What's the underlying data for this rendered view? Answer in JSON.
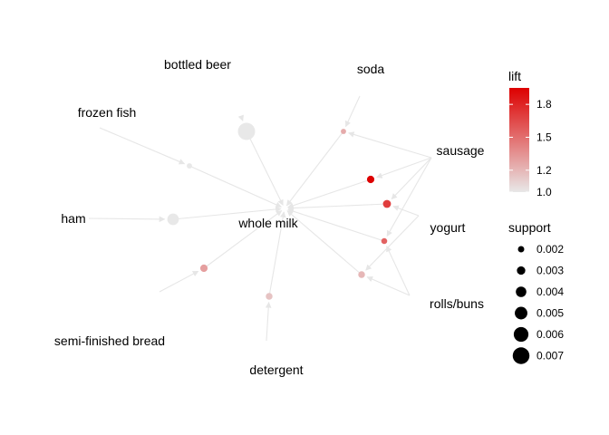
{
  "graph": {
    "items": {
      "whole_milk": "whole milk",
      "bottled_beer": "bottled beer",
      "soda": "soda",
      "frozen_fish": "frozen fish",
      "sausage": "sausage",
      "ham": "ham",
      "yogurt": "yogurt",
      "rolls_buns": "rolls/buns",
      "semi_finished_bread": "semi-finished bread",
      "detergent": "detergent"
    },
    "rules": [
      {
        "id": "r1",
        "lhs": [
          "bottled_beer"
        ],
        "rhs": [
          "whole_milk"
        ],
        "support": 0.0072,
        "lift": 1.0
      },
      {
        "id": "r2",
        "lhs": [
          "soda",
          "sausage"
        ],
        "rhs": [
          "whole_milk"
        ],
        "support": 0.0015,
        "lift": 1.25
      },
      {
        "id": "r3",
        "lhs": [
          "frozen_fish"
        ],
        "rhs": [
          "whole_milk"
        ],
        "support": 0.0015,
        "lift": 1.0
      },
      {
        "id": "r4",
        "lhs": [
          "sausage"
        ],
        "rhs": [
          "whole_milk"
        ],
        "support": 0.0025,
        "lift": 1.95
      },
      {
        "id": "r5",
        "lhs": [
          "sausage",
          "yogurt"
        ],
        "rhs": [
          "whole_milk"
        ],
        "support": 0.0028,
        "lift": 1.7
      },
      {
        "id": "r6",
        "lhs": [
          "ham"
        ],
        "rhs": [
          "whole_milk"
        ],
        "support": 0.0045,
        "lift": 1.0
      },
      {
        "id": "r7",
        "lhs": [
          "sausage",
          "rolls_buns"
        ],
        "rhs": [
          "whole_milk"
        ],
        "support": 0.0018,
        "lift": 1.55
      },
      {
        "id": "r8",
        "lhs": [
          "semi_finished_bread"
        ],
        "rhs": [
          "whole_milk"
        ],
        "support": 0.0025,
        "lift": 1.3
      },
      {
        "id": "r9",
        "lhs": [
          "yogurt",
          "rolls_buns"
        ],
        "rhs": [
          "whole_milk"
        ],
        "support": 0.0022,
        "lift": 1.2
      },
      {
        "id": "r10",
        "lhs": [
          "detergent"
        ],
        "rhs": [
          "whole_milk"
        ],
        "support": 0.0022,
        "lift": 1.15
      }
    ]
  },
  "legend": {
    "lift": {
      "title": "lift",
      "ticks": [
        "1.8",
        "1.5",
        "1.2",
        "1.0"
      ],
      "tick_values": [
        1.8,
        1.5,
        1.2,
        1.0
      ],
      "range": [
        1.0,
        1.95
      ],
      "color_low": "#e8e8e8",
      "color_high": "#dd0000"
    },
    "support": {
      "title": "support",
      "entries": [
        {
          "label": "0.002",
          "value": 0.002
        },
        {
          "label": "0.003",
          "value": 0.003
        },
        {
          "label": "0.004",
          "value": 0.004
        },
        {
          "label": "0.005",
          "value": 0.005
        },
        {
          "label": "0.006",
          "value": 0.006
        },
        {
          "label": "0.007",
          "value": 0.007
        }
      ]
    }
  },
  "colors": {
    "edge": "#e6e6e6",
    "label": "#000000",
    "background": "#ffffff"
  }
}
